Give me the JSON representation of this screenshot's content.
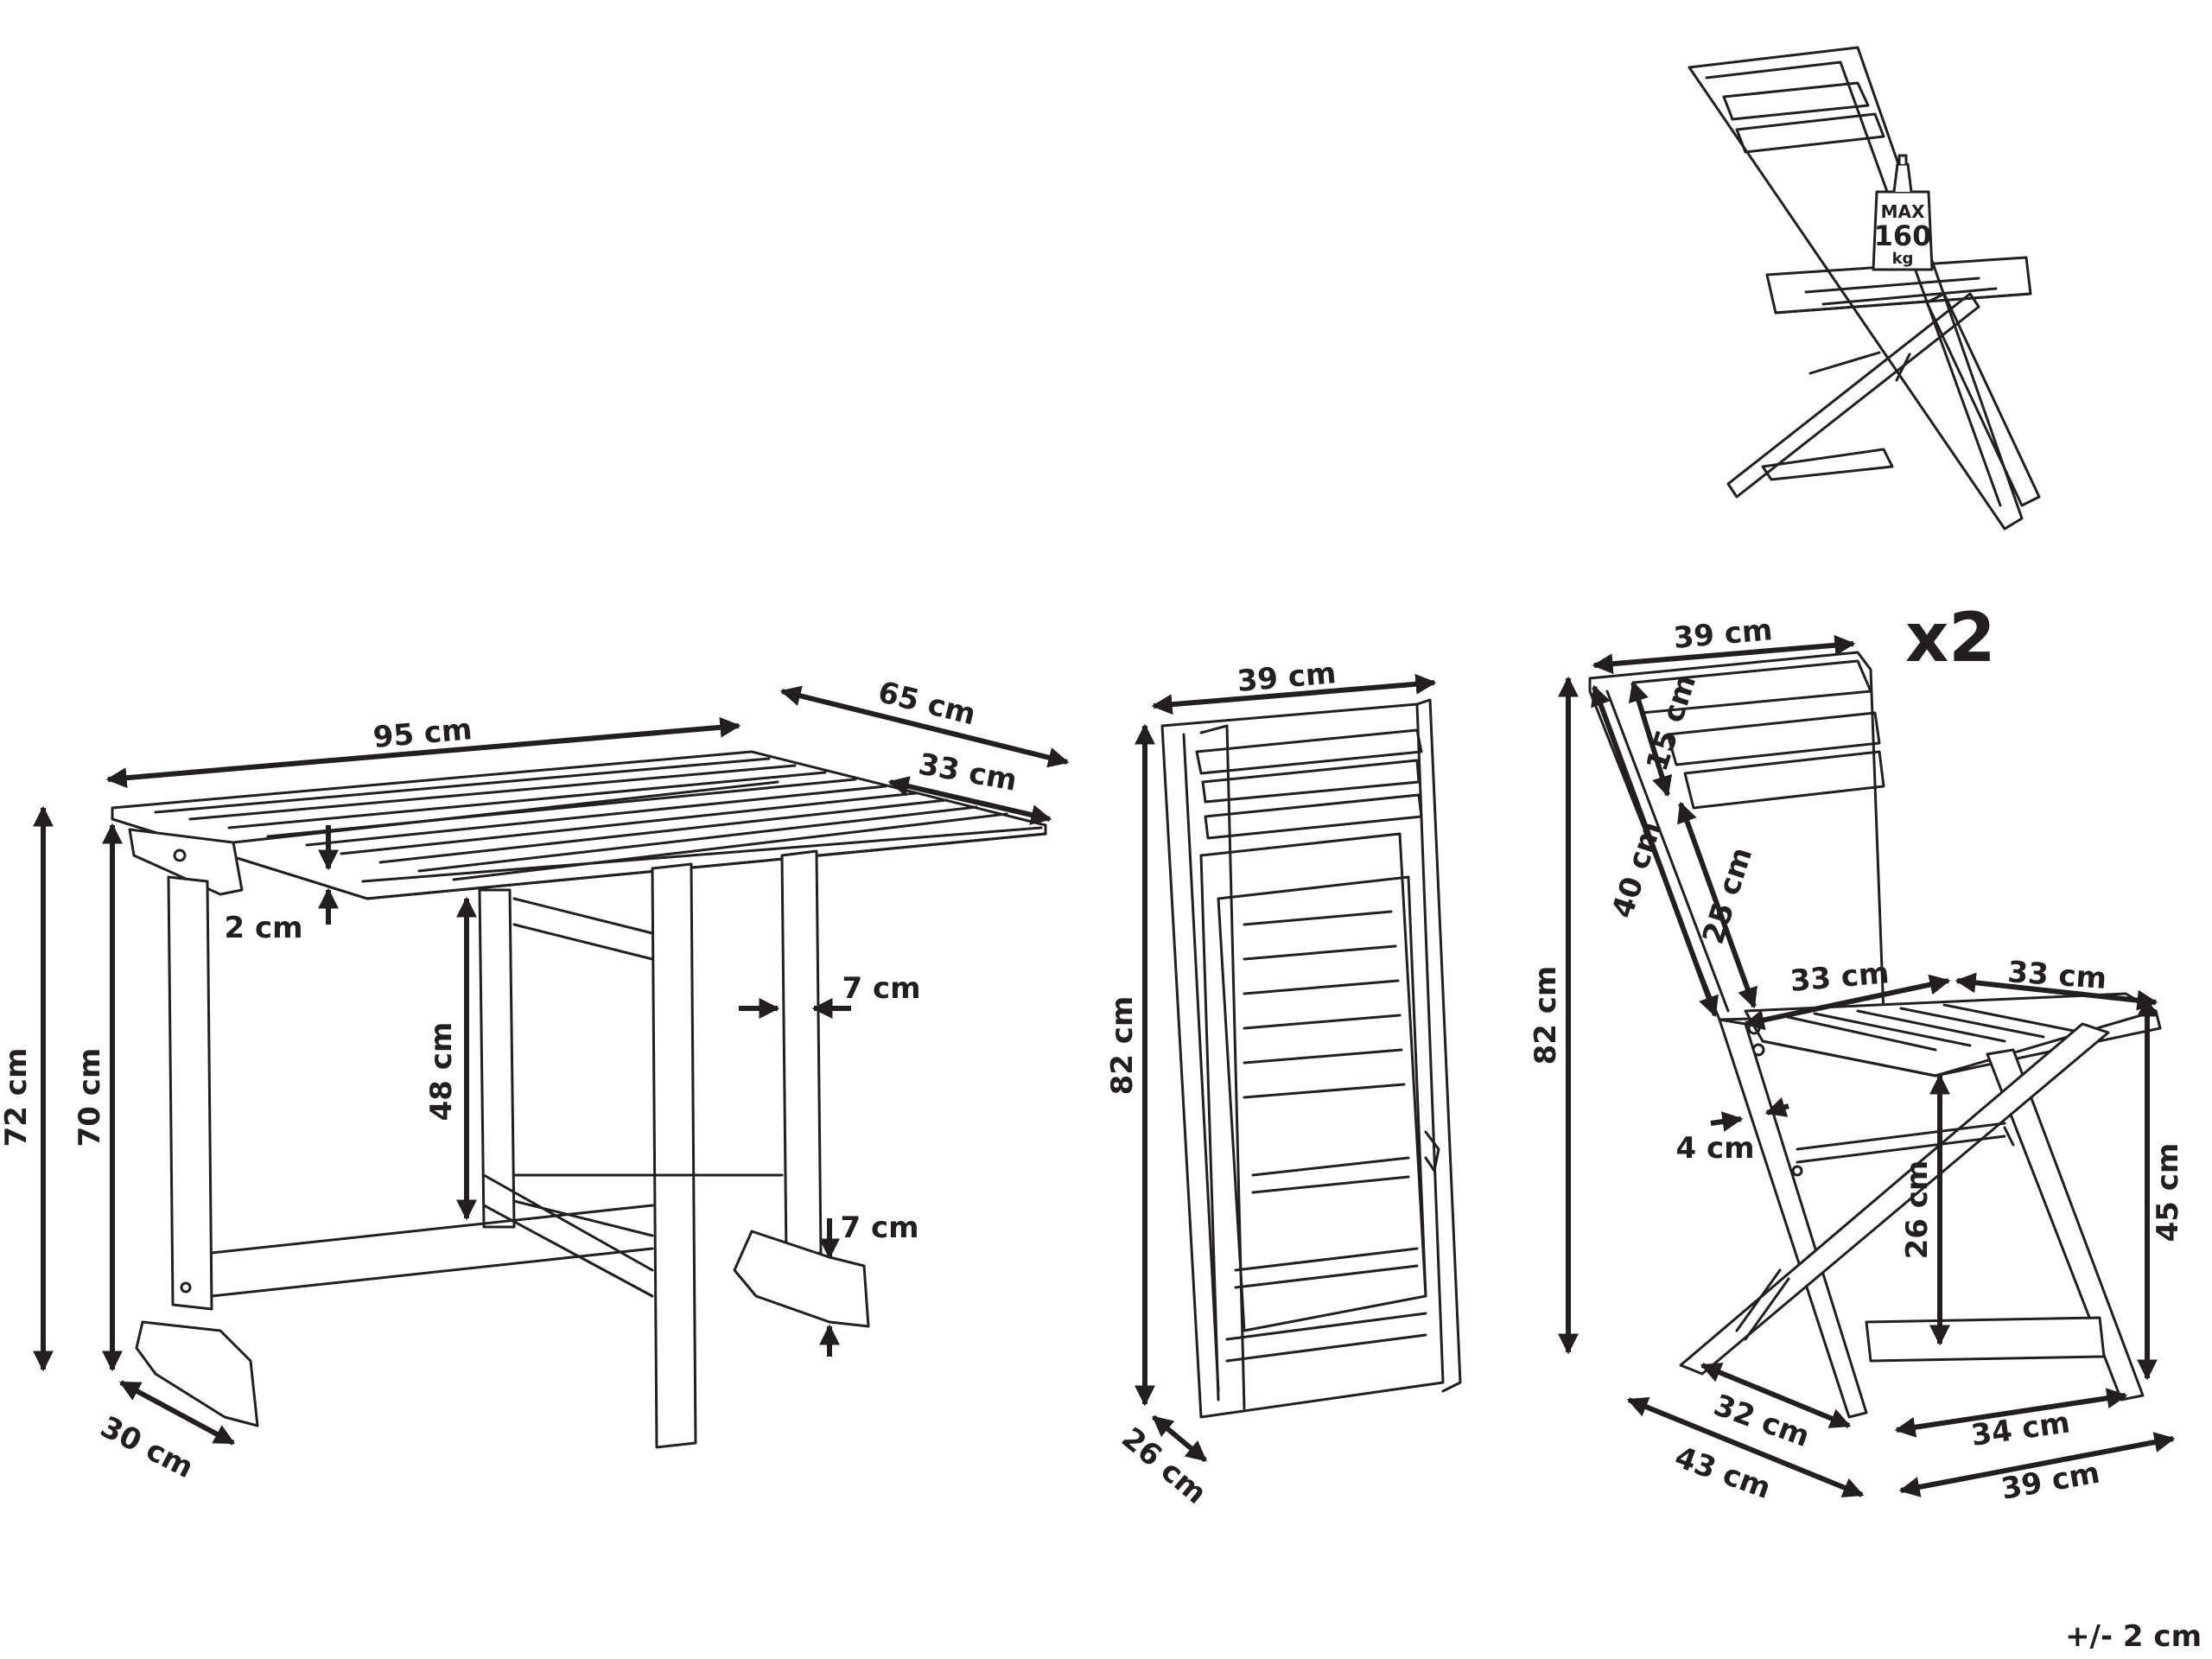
{
  "capacity_badge": {
    "line1": "MAX",
    "line2": "160",
    "line3": "kg"
  },
  "quantity": "x2",
  "tolerance": "+/- 2 cm",
  "table": {
    "width": "95 cm",
    "depth": "65 cm",
    "leaf": "33 cm",
    "height": "72 cm",
    "height_under_top": "70 cm",
    "top_thickness": "2 cm",
    "clearance": "48 cm",
    "leg_width": "7 cm",
    "foot_height": "7 cm",
    "foot_depth": "30 cm"
  },
  "folded_chair": {
    "width": "39 cm",
    "height": "82 cm",
    "depth": "26 cm"
  },
  "chair": {
    "backrest_width": "39 cm",
    "height": "82 cm",
    "top_slat": "15 cm",
    "back_length": "40 cm",
    "back_gap": "25 cm",
    "seat_depth": "33 cm",
    "seat_width": "33 cm",
    "frame_thickness": "4 cm",
    "under_seat": "26 cm",
    "seat_height": "45 cm",
    "front_span": "32 cm",
    "depth": "43 cm",
    "rear_span": "34 cm",
    "width": "39 cm"
  }
}
